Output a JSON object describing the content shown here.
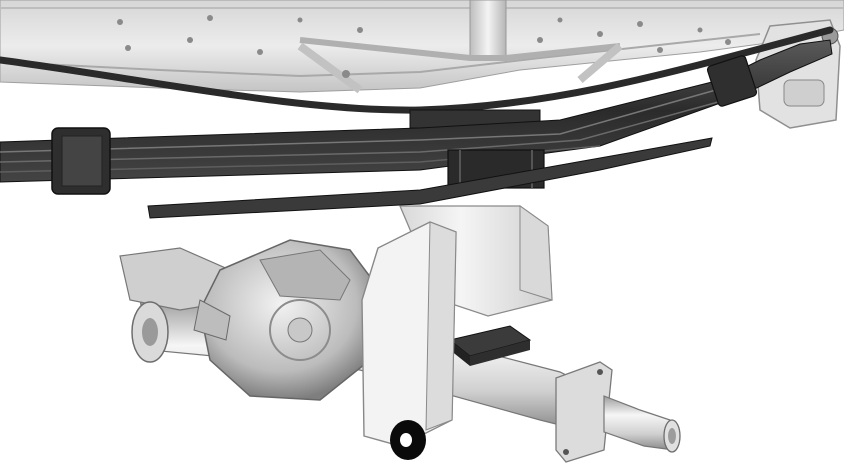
{
  "scene": {
    "kind": "cad-render",
    "background": "#ffffff",
    "palette": {
      "frame_light": "#e4e4e4",
      "frame_mid": "#c9c9c9",
      "frame_dark": "#9a9a9a",
      "spring_dark": "#3a3a3a",
      "spring_black": "#1c1c1c",
      "bracket_light": "#eeeeee",
      "axle_light": "#f0f0f0",
      "axle_shade": "#a8a8a8",
      "bushing": "#0a0a0a"
    },
    "components": [
      "chassis-frame",
      "leaf-spring-pack",
      "helper-leaf",
      "axle-housing",
      "hanger-bracket",
      "wheel-spindle"
    ]
  }
}
